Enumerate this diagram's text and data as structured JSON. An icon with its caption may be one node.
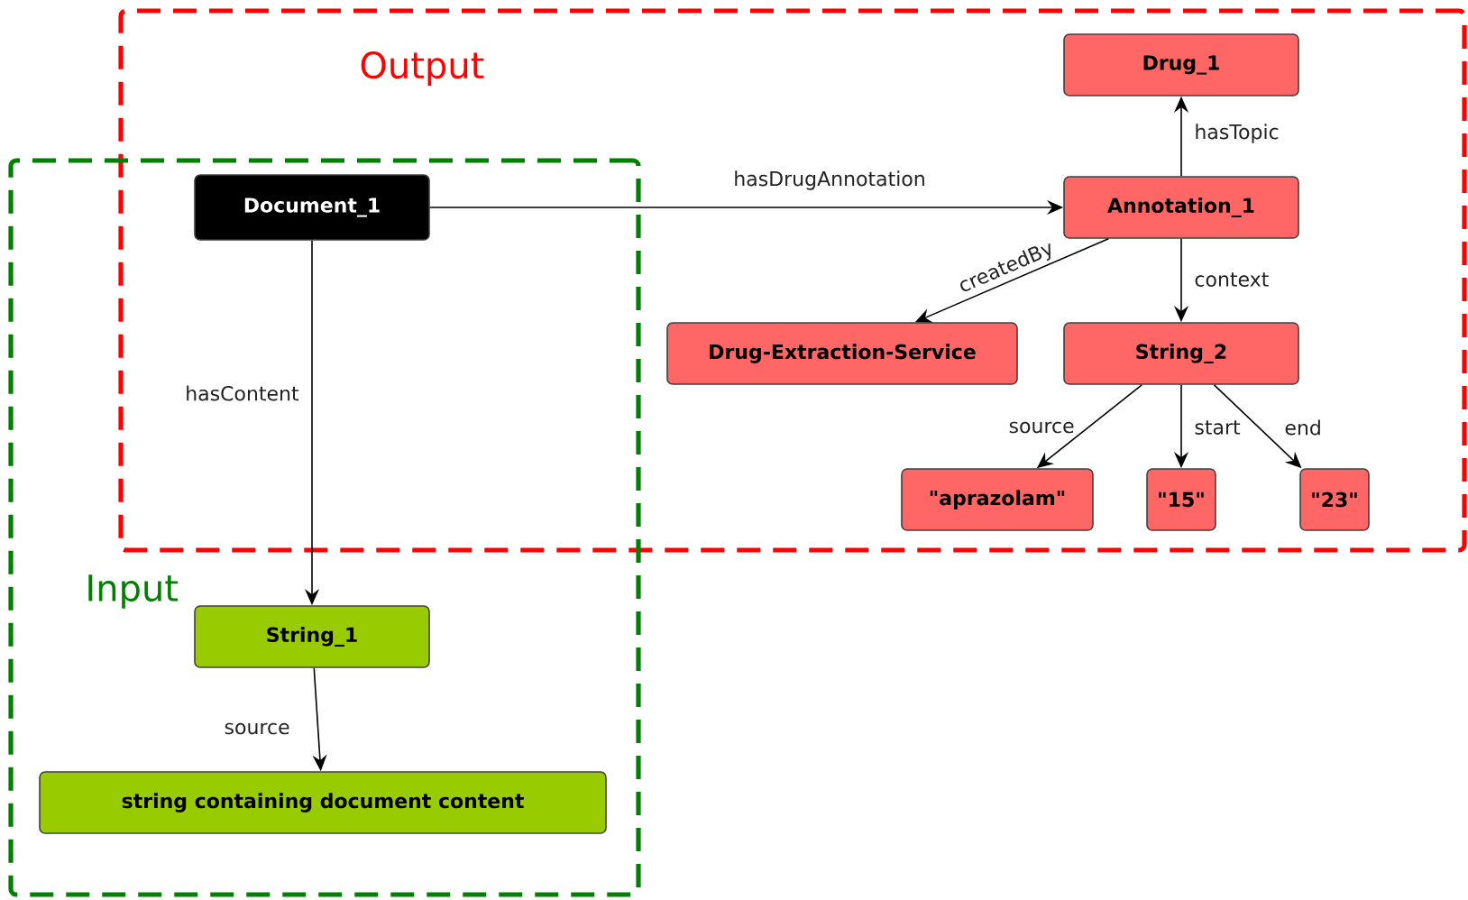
{
  "diagram": {
    "nodes": [
      {
        "text": [
          "Output"
        ]
      },
      {
        "text": [
          "Input"
        ]
      },
      {
        "text": [
          "Document_1"
        ]
      },
      {
        "text": [
          "Drug_1"
        ],
        "in": 0
      },
      {
        "text": [
          "Annotation_1"
        ],
        "in": 0
      },
      {
        "text": [
          "Drug-Extraction-Service"
        ],
        "in": 0
      },
      {
        "text": [
          "String_2"
        ],
        "in": 0
      },
      {
        "text": [
          "\"aprazolam\""
        ],
        "in": 0
      },
      {
        "text": [
          "\"15\""
        ],
        "in": 0
      },
      {
        "text": [
          "\"23\""
        ],
        "in": 0
      },
      {
        "text": [
          "String_1"
        ],
        "in": 1
      },
      {
        "text": [
          "string containing document content"
        ],
        "in": 1
      }
    ],
    "edges": [
      {
        "from": 2,
        "to": 4,
        "arrow": "to",
        "label": "hasDrugAnnotation"
      },
      {
        "from": 4,
        "to": 3,
        "arrow": "to",
        "label": "hasTopic"
      },
      {
        "from": 4,
        "to": 5,
        "arrow": "to",
        "label": "createdBy"
      },
      {
        "from": 4,
        "to": 6,
        "arrow": "to",
        "label": "context"
      },
      {
        "from": 6,
        "to": 7,
        "arrow": "to",
        "label": "source"
      },
      {
        "from": 6,
        "to": 8,
        "arrow": "to",
        "label": "start"
      },
      {
        "from": 6,
        "to": 9,
        "arrow": "to",
        "label": "end"
      },
      {
        "from": 2,
        "to": 10,
        "arrow": "to",
        "label": "hasContent"
      },
      {
        "from": 10,
        "to": 11,
        "arrow": "to",
        "label": "source"
      }
    ]
  }
}
